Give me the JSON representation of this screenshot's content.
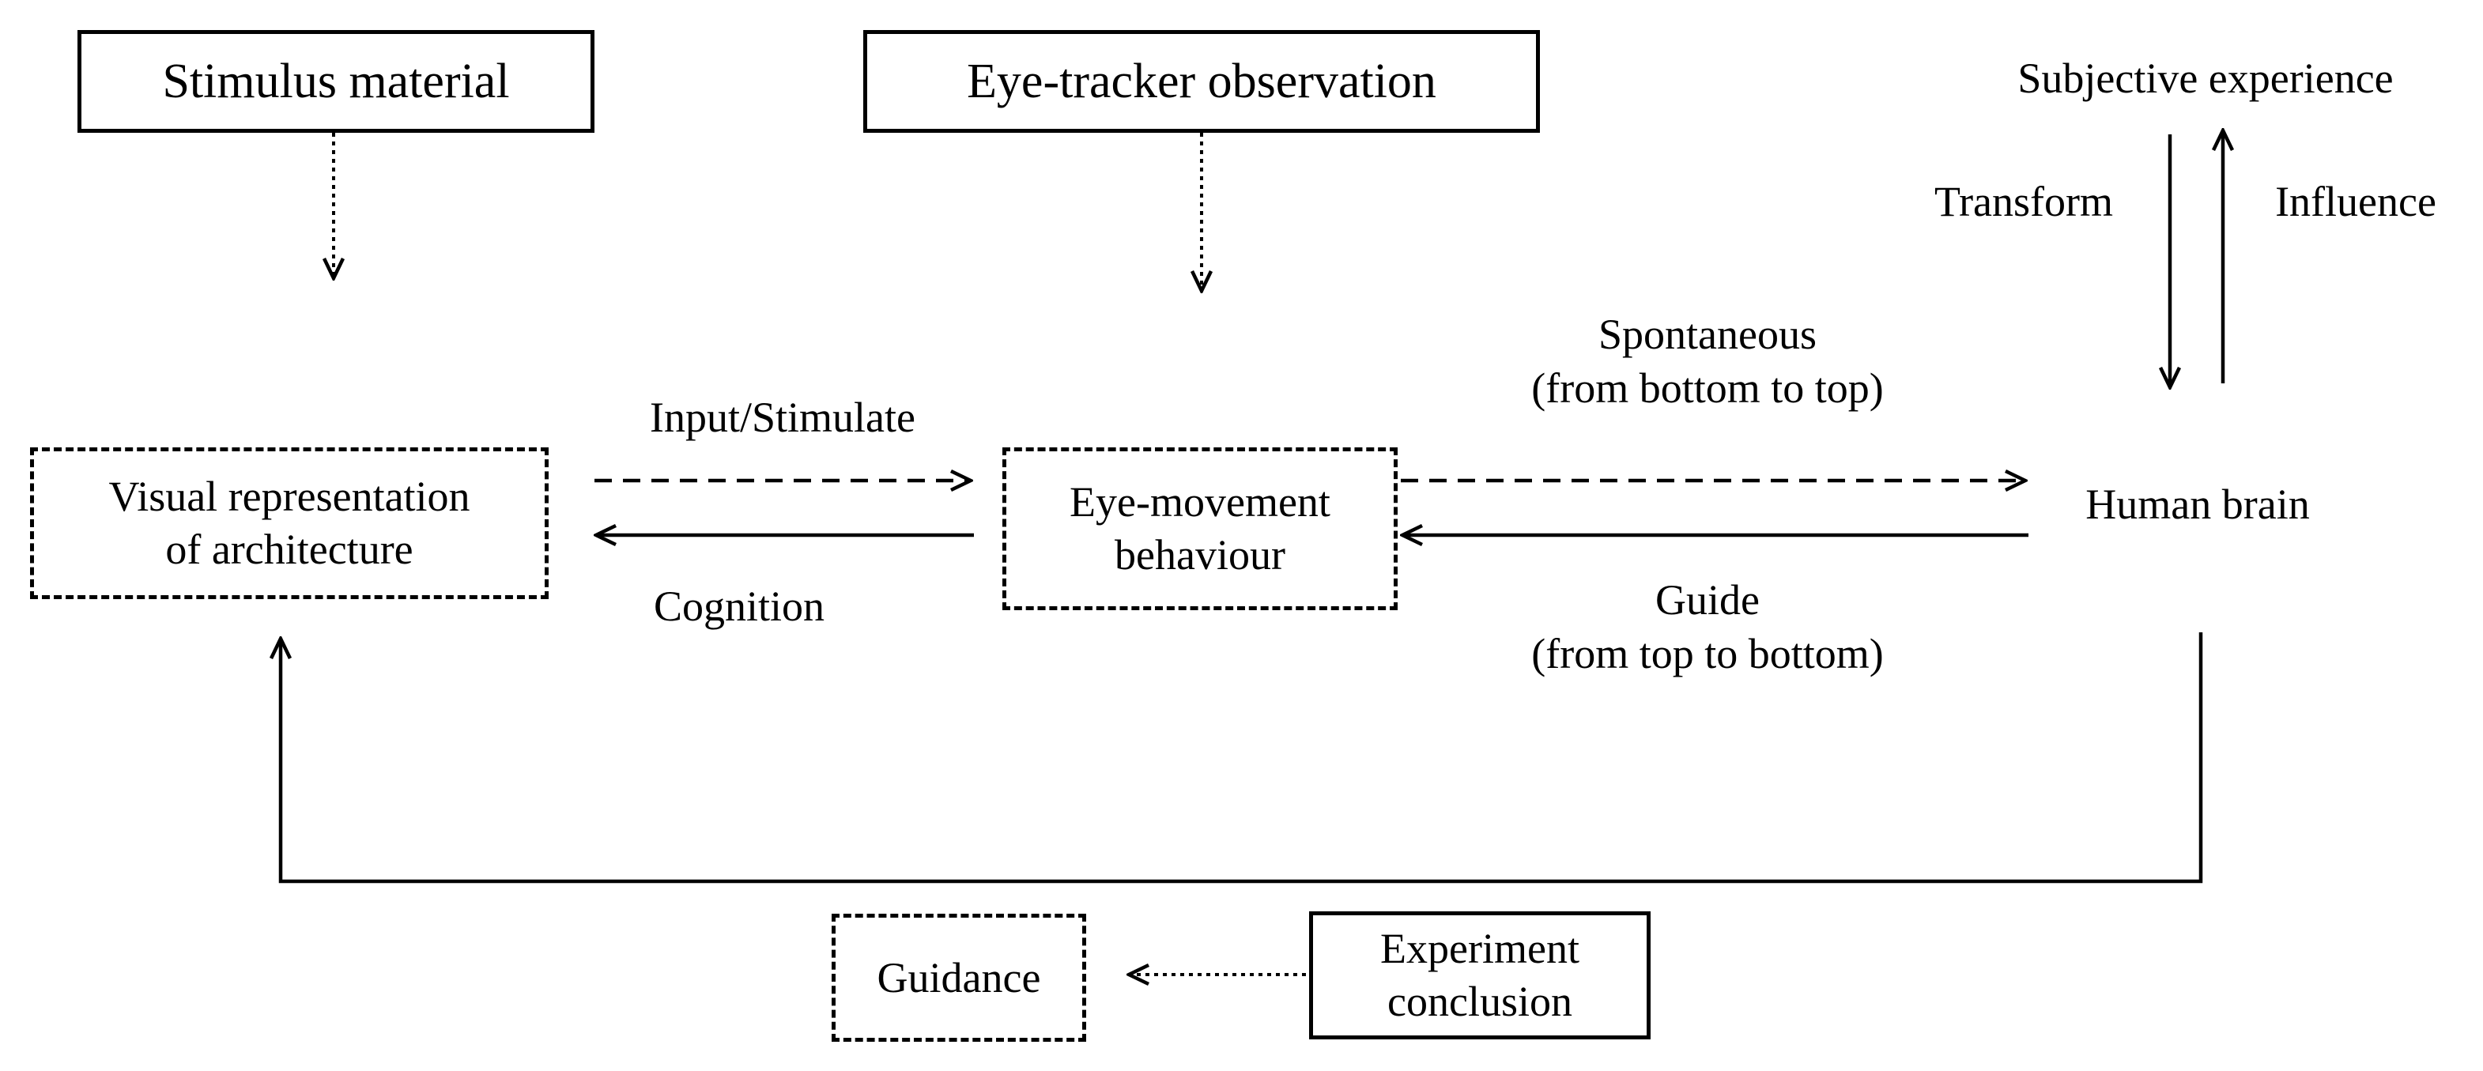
{
  "nodes": {
    "stimulus_material": "Stimulus material",
    "eye_tracker_observation": "Eye-tracker observation",
    "subjective_experience": "Subjective experience",
    "visual_representation_line1": "Visual representation",
    "visual_representation_line2": "of architecture",
    "eye_movement_line1": "Eye-movement",
    "eye_movement_line2": "behaviour",
    "human_brain": "Human brain",
    "guidance": "Guidance",
    "experiment_conclusion_line1": "Experiment",
    "experiment_conclusion_line2": "conclusion"
  },
  "edges": {
    "input_stimulate": "Input/Stimulate",
    "cognition": "Cognition",
    "spontaneous_line1": "Spontaneous",
    "spontaneous_line2": "(from bottom to top)",
    "guide_line1": "Guide",
    "guide_line2": "(from top to bottom)",
    "transform": "Transform",
    "influence": "Influence"
  }
}
